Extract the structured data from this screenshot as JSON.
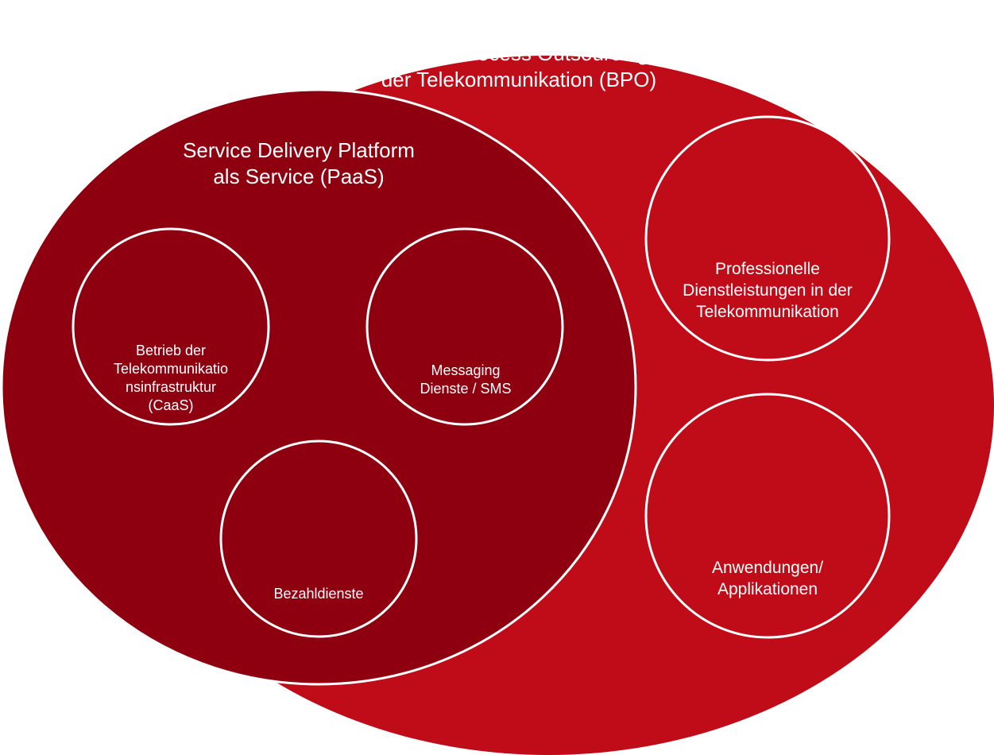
{
  "outer": {
    "title": "Business Process Outsourcing in\nder Telekommunikation (BPO)"
  },
  "inner": {
    "title": "Service Delivery Platform\nals Service (PaaS)"
  },
  "nodes": {
    "caas": "Betrieb der\nTelekommunikatio\nnsinfrastruktur\n(CaaS)",
    "messaging": "Messaging\nDienste / SMS",
    "bezahl": "Bezahldienste",
    "professionelle": "Professionelle\nDienstleistungen in der\nTelekommunikation",
    "anwendungen": "Anwendungen/\nApplikationen"
  },
  "colors": {
    "outer_fill": "#c00b18",
    "inner_fill": "#8e000f",
    "stroke": "#ffffff"
  }
}
